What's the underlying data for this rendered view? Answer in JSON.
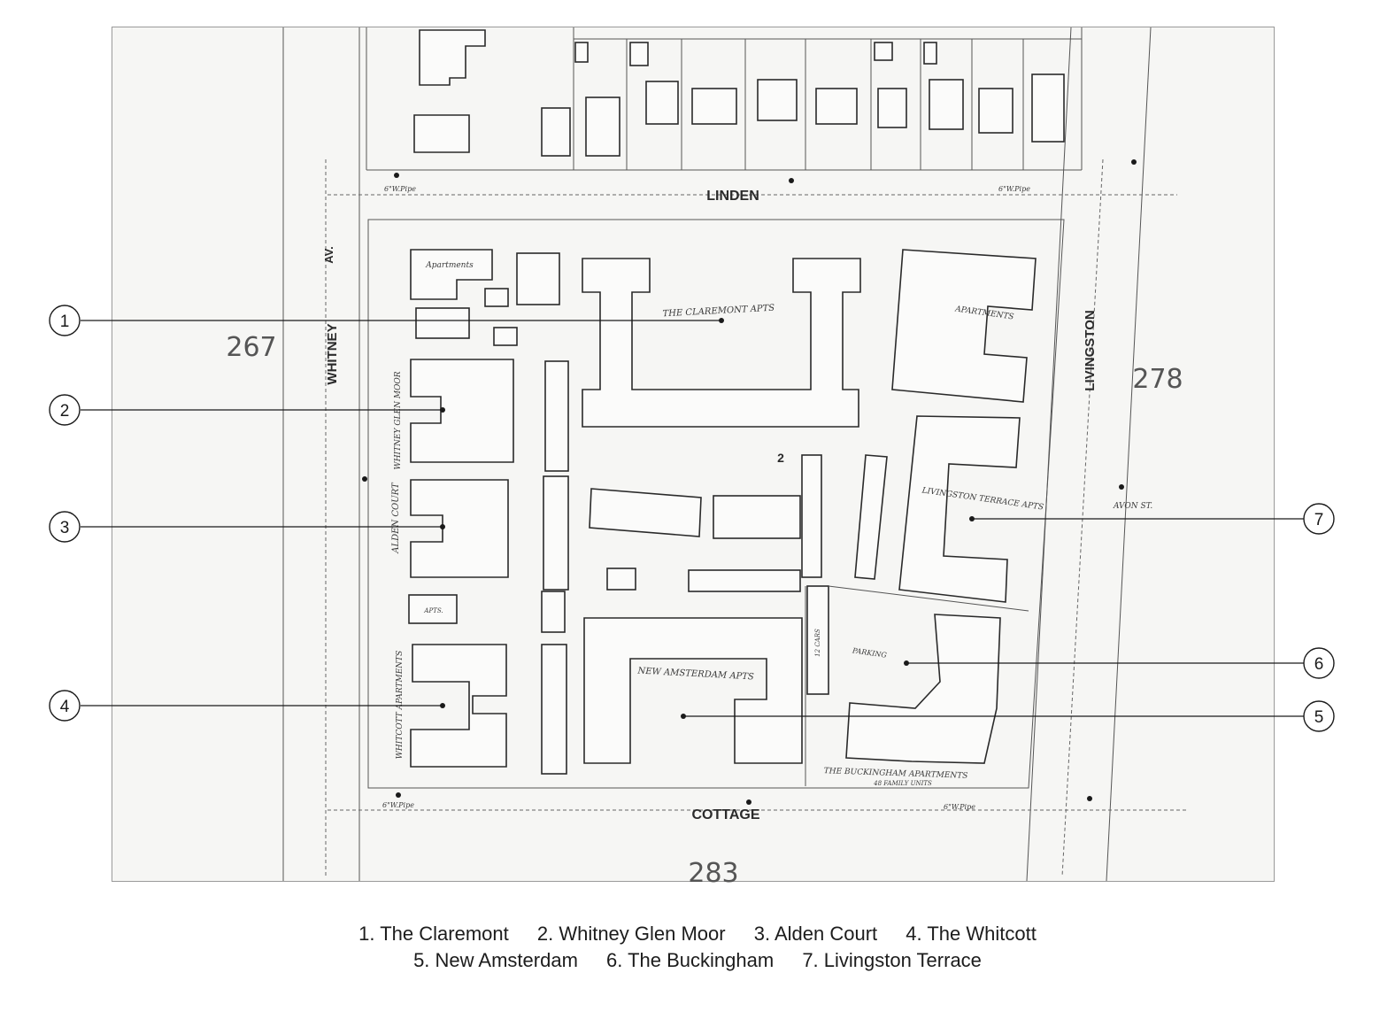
{
  "map": {
    "streets": {
      "top": "LINDEN",
      "bottom": "COTTAGE",
      "left": "WHITNEY",
      "left_suffix": "AV.",
      "right": "LIVINGSTON",
      "small_right": "AVON ST."
    },
    "block_numbers": {
      "west": "267",
      "east": "278",
      "south": "283",
      "center_block": "2"
    },
    "building_labels": {
      "claremont": "THE CLAREMONT APTS",
      "whitney_glen": "WHITNEY GLEN MOOR",
      "alden": "ALDEN COURT",
      "whitcott": "WHITCOTT APARTMENTS",
      "new_amsterdam": "NEW AMSTERDAM APTS",
      "buckingham": "THE BUCKINGHAM APARTMENTS",
      "buckingham_units": "48 FAMILY UNITS",
      "livingston": "LIVINGSTON TERRACE APTS",
      "apartments_ne": "APARTMENTS",
      "apartments_nw": "Apartments",
      "apts_small": "APTS.",
      "parking": "PARKING",
      "cars": "12 CARS"
    },
    "pipe_labels": {
      "linden_west": "6\"W.Pipe",
      "linden_east": "6\"W.Pipe",
      "cottage_west": "6\"W.Pipe",
      "cottage_east": "6\"W.Pipe"
    }
  },
  "callouts": [
    {
      "n": "1"
    },
    {
      "n": "2"
    },
    {
      "n": "3"
    },
    {
      "n": "4"
    },
    {
      "n": "5"
    },
    {
      "n": "6"
    },
    {
      "n": "7"
    }
  ],
  "legend": {
    "row1": [
      "1. The Claremont",
      "2. Whitney Glen Moor",
      "3. Alden Court",
      "4. The Whitcott"
    ],
    "row2": [
      "5. New Amsterdam",
      "6. The Buckingham",
      "7. Livingston Terrace"
    ]
  }
}
